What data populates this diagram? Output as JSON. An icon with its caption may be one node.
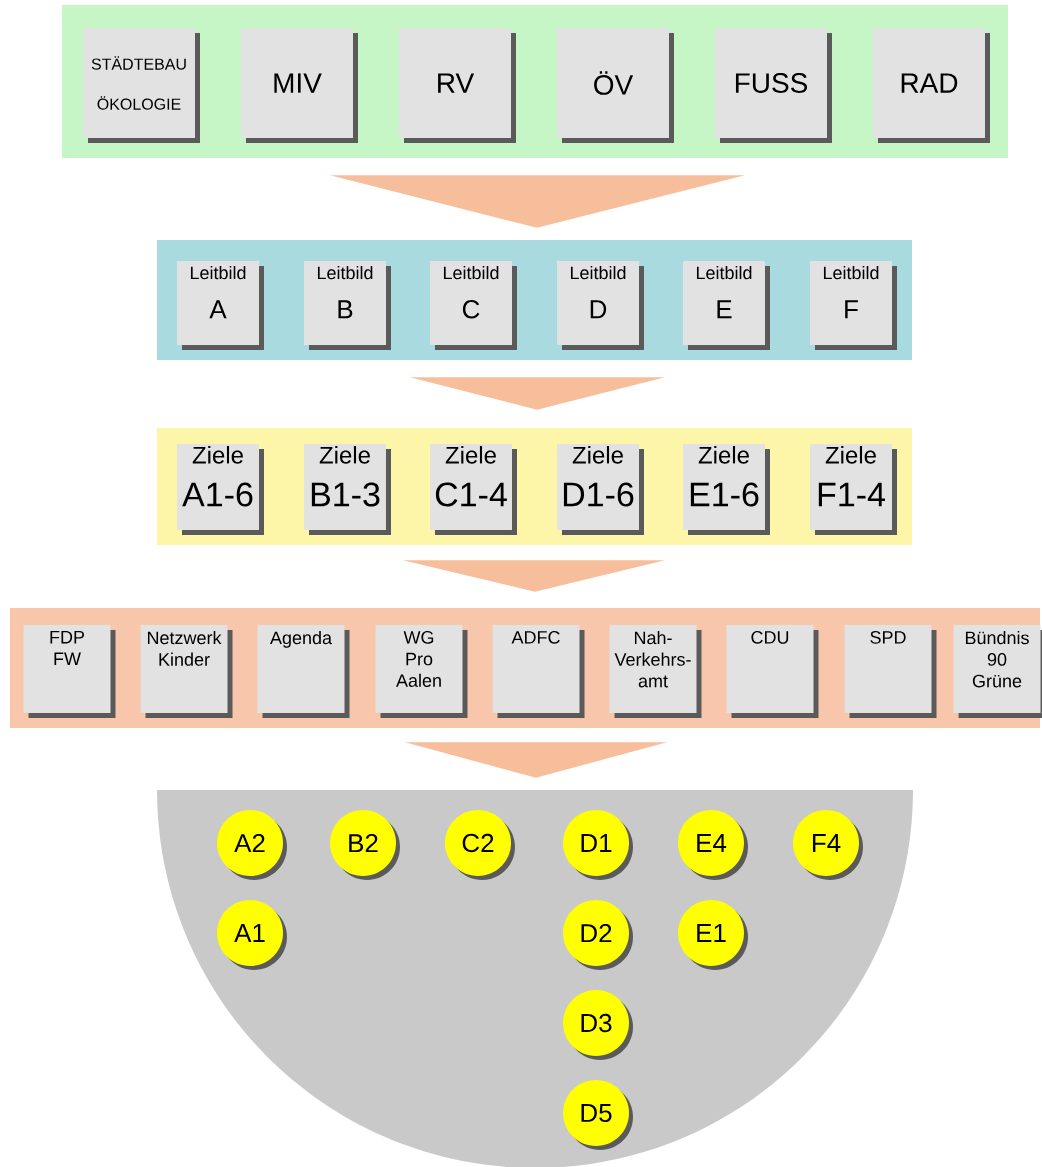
{
  "diagram": {
    "nodes": [
      {
        "text": [],
        "shape": "band"
      },
      {
        "text": [
          "STÄDTEBAU ÖKOLOGIE"
        ],
        "in": 0
      },
      {
        "text": [
          "MIV"
        ],
        "in": 0
      },
      {
        "text": [
          "RV"
        ],
        "in": 0
      },
      {
        "text": [
          "ÖV"
        ],
        "in": 0
      },
      {
        "text": [
          "FUSS"
        ],
        "in": 0
      },
      {
        "text": [
          "RAD"
        ],
        "in": 0
      },
      {
        "text": [],
        "shape": "band"
      },
      {
        "text": [
          "Leitbild",
          "A"
        ],
        "in": 7
      },
      {
        "text": [
          "Leitbild",
          "B"
        ],
        "in": 7
      },
      {
        "text": [
          "Leitbild",
          "C"
        ],
        "in": 7
      },
      {
        "text": [
          "Leitbild",
          "D"
        ],
        "in": 7
      },
      {
        "text": [
          "Leitbild",
          "E"
        ],
        "in": 7
      },
      {
        "text": [
          "Leitbild",
          "F"
        ],
        "in": 7
      },
      {
        "text": [],
        "shape": "band"
      },
      {
        "text": [
          "Ziele",
          "A1-6"
        ],
        "in": 14
      },
      {
        "text": [
          "Ziele",
          "B1-3"
        ],
        "in": 14
      },
      {
        "text": [
          "Ziele",
          "C1-4"
        ],
        "in": 14
      },
      {
        "text": [
          "Ziele",
          "D1-6"
        ],
        "in": 14
      },
      {
        "text": [
          "Ziele",
          "E1-6"
        ],
        "in": 14
      },
      {
        "text": [
          "Ziele",
          "F1-4"
        ],
        "in": 14
      },
      {
        "text": [],
        "shape": "band"
      },
      {
        "text": [
          "FDP FW"
        ],
        "in": 21
      },
      {
        "text": [
          "Netzwerk Kinder"
        ],
        "in": 21
      },
      {
        "text": [
          "Agenda"
        ],
        "in": 21
      },
      {
        "text": [
          "WG Pro Aalen"
        ],
        "in": 21
      },
      {
        "text": [
          "ADFC"
        ],
        "in": 21
      },
      {
        "text": [
          "Nah-Verkehrs-amt"
        ],
        "in": 21
      },
      {
        "text": [
          "CDU"
        ],
        "in": 21
      },
      {
        "text": [
          "SPD"
        ],
        "in": 21
      },
      {
        "text": [
          "Bündnis 90 Grüne"
        ],
        "in": 21
      },
      {
        "text": [],
        "shape": "semicircle"
      },
      {
        "text": [
          "A2"
        ],
        "in": 31
      },
      {
        "text": [
          "B2"
        ],
        "in": 31
      },
      {
        "text": [
          "C2"
        ],
        "in": 31
      },
      {
        "text": [
          "D1"
        ],
        "in": 31
      },
      {
        "text": [
          "E4"
        ],
        "in": 31
      },
      {
        "text": [
          "F4"
        ],
        "in": 31
      },
      {
        "text": [
          "A1"
        ],
        "in": 31
      },
      {
        "text": [
          "D2"
        ],
        "in": 31
      },
      {
        "text": [
          "E1"
        ],
        "in": 31
      },
      {
        "text": [
          "D3"
        ],
        "in": 31
      },
      {
        "text": [
          "D5"
        ],
        "in": 31
      }
    ],
    "edges": [
      {
        "from": 0,
        "to": 7,
        "arrow": "to"
      },
      {
        "from": 7,
        "to": 14,
        "arrow": "to"
      },
      {
        "from": 14,
        "to": 21,
        "arrow": "to"
      },
      {
        "from": 21,
        "to": 31,
        "arrow": "to"
      }
    ]
  }
}
